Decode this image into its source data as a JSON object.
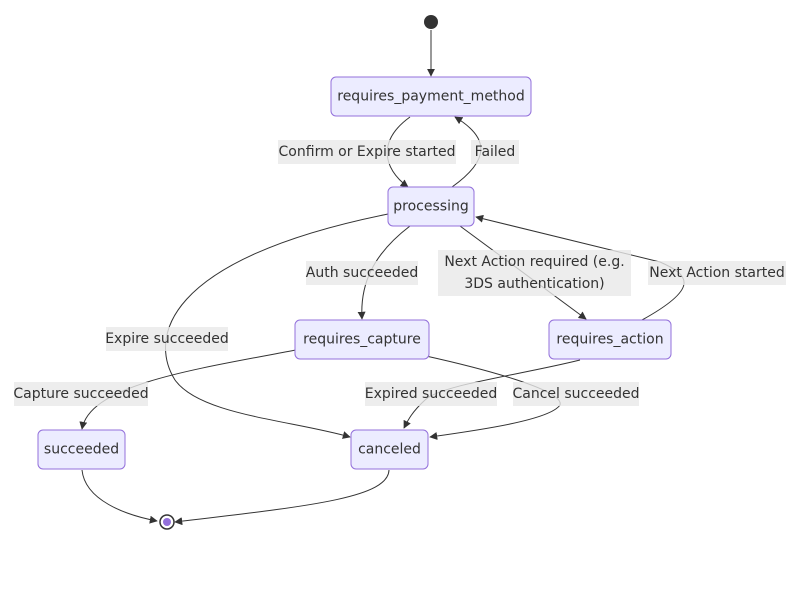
{
  "diagram": {
    "states": {
      "requires_payment_method": "requires_payment_method",
      "processing": "processing",
      "requires_capture": "requires_capture",
      "requires_action": "requires_action",
      "succeeded": "succeeded",
      "canceled": "canceled"
    },
    "transitions": {
      "confirm_or_expire_started": "Confirm or Expire started",
      "failed": "Failed",
      "auth_succeeded": "Auth succeeded",
      "next_action_required_line1": "Next Action required (e.g.",
      "next_action_required_line2": "3DS authentication)",
      "next_action_started": "Next Action started",
      "expire_succeeded": "Expire succeeded",
      "capture_succeeded": "Capture succeeded",
      "expired_succeeded": "Expired succeeded",
      "cancel_succeeded": "Cancel succeeded"
    },
    "colors": {
      "node_fill": "#ECECFF",
      "node_border": "#9370DB",
      "edge": "#333333",
      "label_background": "#e8e8e8",
      "end_marker": "#9370DB"
    }
  }
}
